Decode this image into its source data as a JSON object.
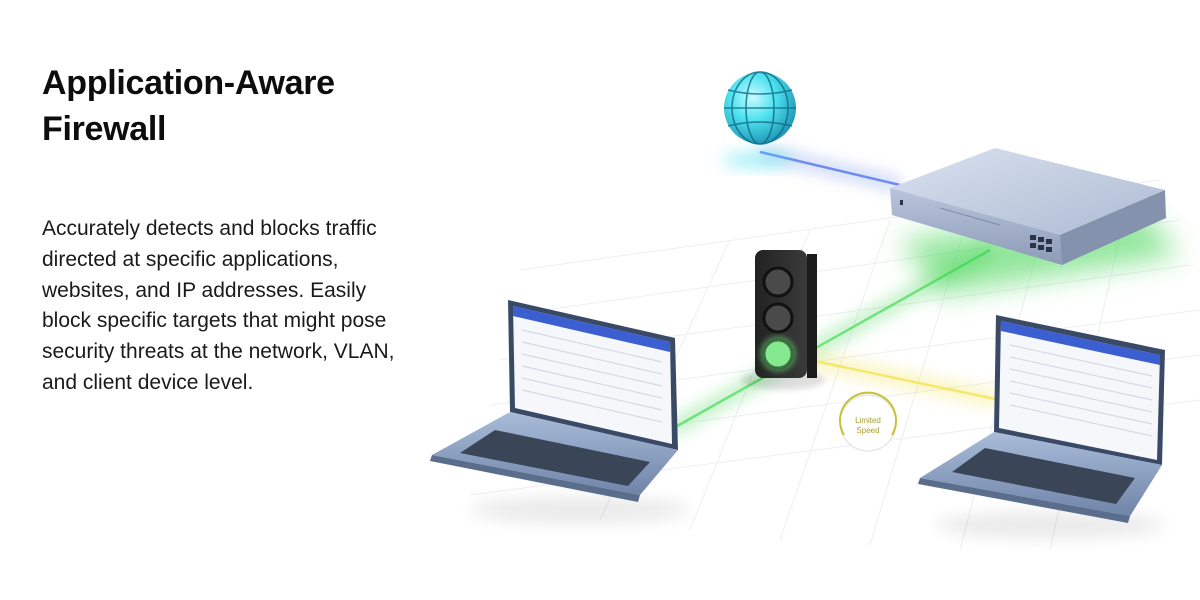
{
  "page": {
    "title_line1": "Application-Aware",
    "title_line2": "Firewall",
    "description": "Accurately detects and blocks traffic directed at specific applications, websites, and IP addresses. Easily block specific targets that might pose security threats at the network, VLAN, and client device level."
  },
  "illustration": {
    "badge_line1": "Limited",
    "badge_line2": "Speed",
    "icons": [
      "globe-icon",
      "network-switch-icon",
      "traffic-light-icon",
      "laptop-icon"
    ],
    "colors": {
      "globe": "#4fe3f0",
      "internet_link": "#3b63e0",
      "allowed_link": "#39d24a",
      "limited_link": "#f2e14a",
      "badge": "#c9c13a"
    }
  }
}
